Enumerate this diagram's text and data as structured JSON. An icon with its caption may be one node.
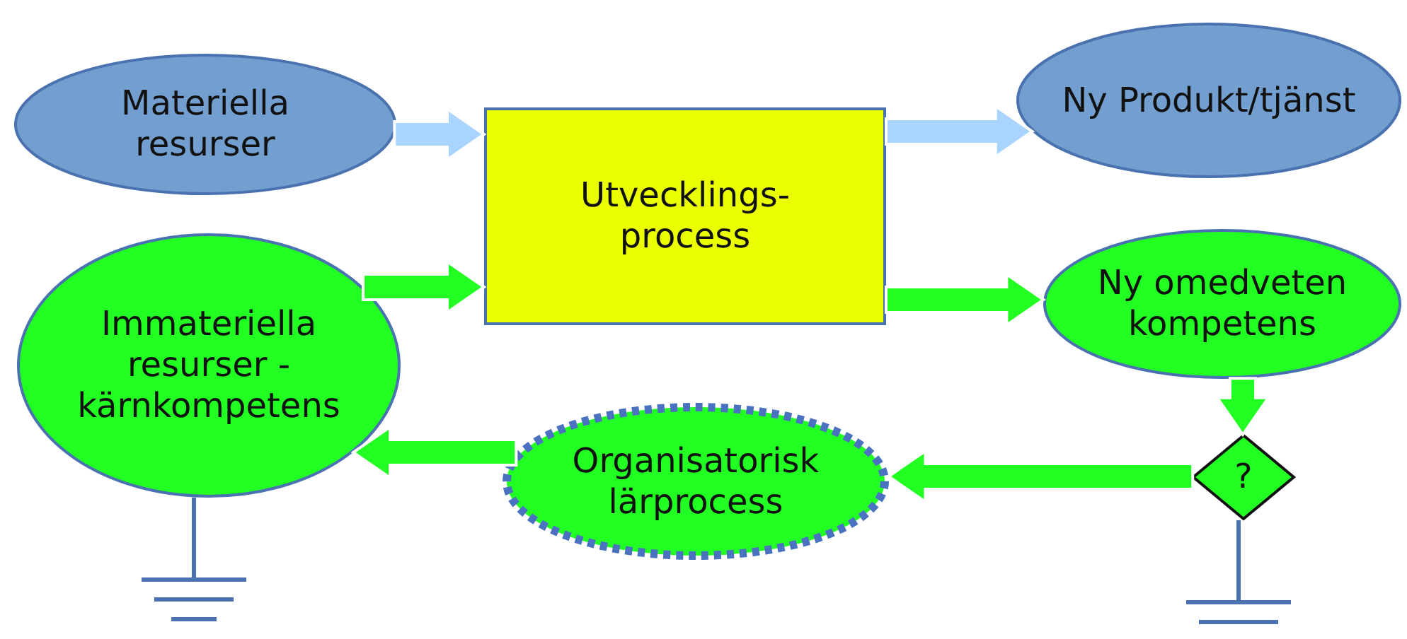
{
  "diagram": {
    "nodes": [
      {
        "text": [
          "Materiella resurser"
        ]
      },
      {
        "text": [
          "Utvecklings- process"
        ]
      },
      {
        "text": [
          "Ny Produkt/tjänst"
        ]
      },
      {
        "text": [
          "Immateriella resurser - kärnkompetens"
        ]
      },
      {
        "text": [
          "Ny omedveten kompetens"
        ]
      },
      {
        "text": [
          "Organisatorisk lärprocess"
        ]
      },
      {
        "text": [
          "?"
        ]
      }
    ],
    "edges": [
      {
        "from": 0,
        "to": 1,
        "arrow": "to",
        "color": "#a8d4ff"
      },
      {
        "from": 1,
        "to": 2,
        "arrow": "to",
        "color": "#a8d4ff"
      },
      {
        "from": 3,
        "to": 1,
        "arrow": "to"
      },
      {
        "from": 1,
        "to": 4,
        "arrow": "to"
      },
      {
        "from": 4,
        "to": 6,
        "arrow": "to"
      },
      {
        "from": 6,
        "to": 5,
        "arrow": "to"
      },
      {
        "from": 5,
        "to": 3,
        "arrow": "to"
      }
    ]
  }
}
